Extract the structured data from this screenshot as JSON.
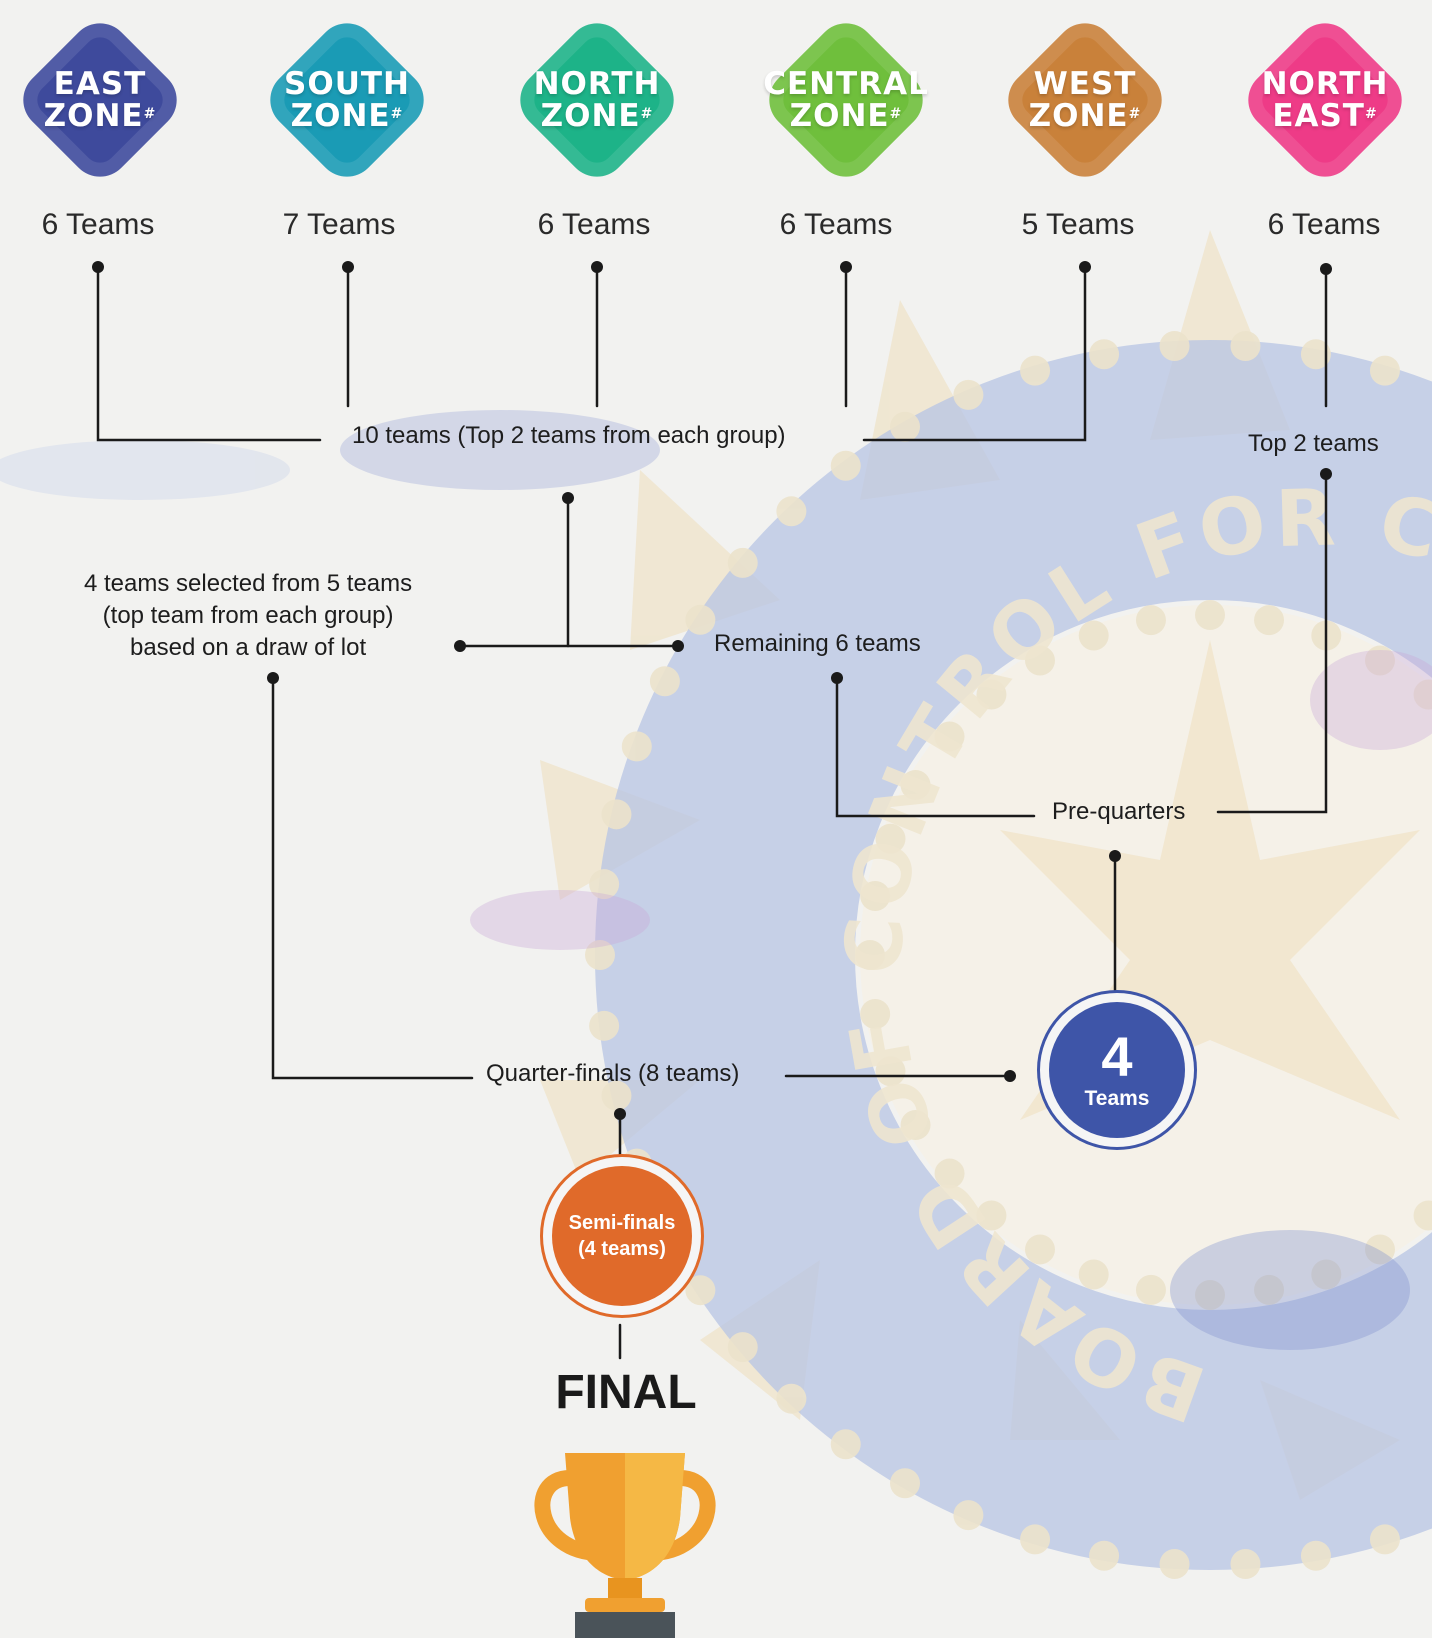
{
  "zones": [
    {
      "line1": "EAST",
      "line2": "ZONE",
      "mark": "#",
      "teams": "6 Teams",
      "color": "#3e4a9c"
    },
    {
      "line1": "SOUTH",
      "line2": "ZONE",
      "mark": "#",
      "teams": "7 Teams",
      "color": "#1a9bb5"
    },
    {
      "line1": "NORTH",
      "line2": "ZONE",
      "mark": "#",
      "teams": "6 Teams",
      "color": "#1db388"
    },
    {
      "line1": "CENTRAL",
      "line2": "ZONE",
      "mark": "#",
      "teams": "6 Teams",
      "color": "#6fbf3c"
    },
    {
      "line1": "WEST",
      "line2": "ZONE",
      "mark": "#",
      "teams": "5 Teams",
      "color": "#c9813a"
    },
    {
      "line1": "NORTH",
      "line2": "EAST",
      "mark": "#",
      "teams": "6 Teams",
      "color": "#ee3b87"
    }
  ],
  "stages": {
    "top_two_each_group": "10 teams (Top 2 teams from each group)",
    "top_two_north_east": "Top 2 teams",
    "draw_of_lot": "4 teams selected from 5 teams\n(top team from each group)\nbased on a draw of lot",
    "remaining": "Remaining 6 teams",
    "pre_quarters": "Pre-quarters",
    "quarter_finals": "Quarter-finals (8 teams)",
    "pre_quarters_result_number": "4",
    "pre_quarters_result_label": "Teams",
    "semi_finals": "Semi-finals\n(4 teams)",
    "final": "FINAL"
  },
  "watermark": {
    "text": "BOARD OF CONTROL FOR CRICKET",
    "color": "#a9b8df"
  },
  "colors": {
    "line": "#1a1a1a",
    "badge_blue": "#3e55a8",
    "badge_orange": "#e06a2a",
    "trophy": "#f0a030"
  }
}
